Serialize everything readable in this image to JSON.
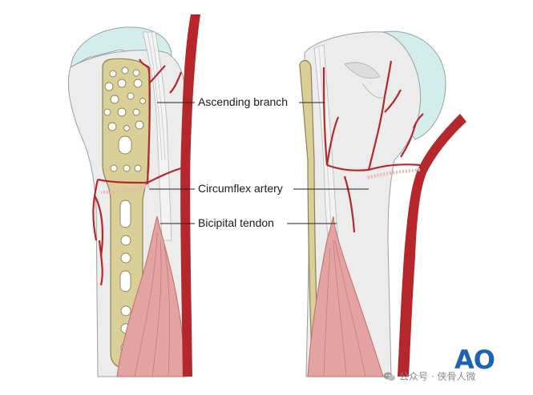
{
  "labels": {
    "ascending_branch": "Ascending branch",
    "circumflex_artery": "Circumflex artery",
    "bicipital_tendon": "Bicipital tendon"
  },
  "logo": {
    "text": "AO"
  },
  "watermark": {
    "text": "公众号 · 侠骨人微"
  },
  "colors": {
    "bone": "#ececec",
    "humeral_head": "#d3ecec",
    "plate": "#d9cf97",
    "artery": "#b5272b",
    "muscle": "#e2a3a1",
    "tendon": "#eaeaea",
    "logo": "#1d63b3"
  },
  "icons": [
    "wechat-icon"
  ]
}
